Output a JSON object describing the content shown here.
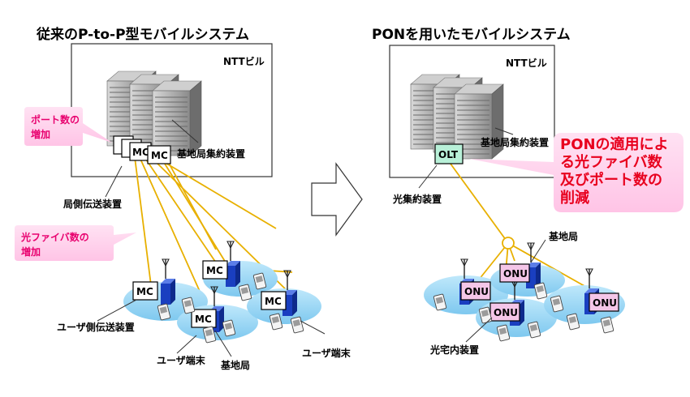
{
  "left": {
    "title": "従来のP-to-P型モバイルシステム",
    "building_label": "NTTビル",
    "aggregator_label": "基地局集約装置",
    "office_transmitter_label": "局側伝送装置",
    "user_transmitter_label": "ユーザ側伝送装置",
    "user_terminal_label_1": "ユーザ端末",
    "user_terminal_label_2": "ユーザ端末",
    "base_station_label": "基地局",
    "mc_label": "MC",
    "callout_ports": [
      "ポート数の",
      "増加"
    ],
    "callout_fiber": [
      "光ファイバ数の",
      "増加"
    ]
  },
  "right": {
    "title": "PONを用いたモバイルシステム",
    "building_label": "NTTビル",
    "aggregator_label": "基地局集約装置",
    "olt_label": "OLT",
    "optical_aggregator_label": "光集約装置",
    "base_station_label": "基地局",
    "onu_label": "ONU",
    "optical_home_label": "光宅内装置",
    "callout_benefit": [
      "PONの適用によ",
      "る光ファイバ数",
      "及びポート数の",
      "削減"
    ]
  },
  "colors": {
    "fiber": "#e8b000",
    "cell": "#8fd3f4",
    "station": "#1a3fc0",
    "olt_fill": "#b8f0d8",
    "onu_fill": "#f4c6e8",
    "callout_pink_bg": "#ffd0ec",
    "callout_text_pink": "#e8006e",
    "callout_text_red": "#e8001e"
  }
}
